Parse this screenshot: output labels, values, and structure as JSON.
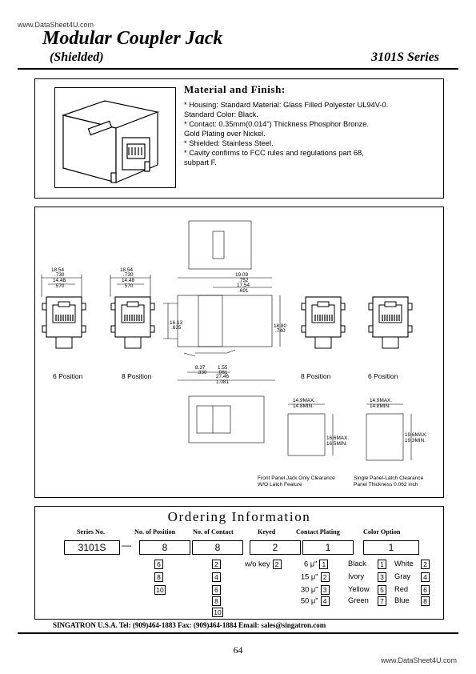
{
  "watermark_top": "www.DataSheet4U.com",
  "watermark_bottom": "www.DataSheet4U.com",
  "header": {
    "title": "Modular Coupler Jack",
    "subtitle": "(Shielded)",
    "series": "3101S  Series"
  },
  "material": {
    "title": "Material  and  Finish:",
    "lines": [
      "* Housing: Standard Material: Glass Filled Polyester UL94V-0.",
      "               Standard Color: Black.",
      "* Contact: 0.35mm(0.014\") Thickness Phosphor Bronze.",
      "               Gold Plating over Nickel.",
      "* Shielded: Stainless Steel.",
      "* Cavity confirms to FCC rules and regulations part 68,",
      "   subpart F."
    ]
  },
  "drawing": {
    "dims": {
      "w1a": "18.54",
      "w1b": ".730",
      "w2a": "14.48",
      "w2b": ".570",
      "w3a": "18.54",
      "w3b": ".730",
      "w4a": "14.48",
      "w4b": ".570",
      "h1a": "16.13",
      "h1b": ".635",
      "l1a": "19.09",
      "l1b": ".752",
      "l2a": "17.54",
      "l2b": ".691",
      "h2a": "18.80",
      "h2b": ".740",
      "b1a": "8.37",
      "b1b": ".330",
      "b2a": "1.55",
      "b2b": ".061",
      "b3a": "27.46",
      "b3b": "1.081"
    },
    "labels": {
      "pos6_left": "6  Position",
      "pos8_left": "8  Position",
      "pos8_right": "8  Position",
      "pos6_right": "6  Position"
    },
    "cutouts": {
      "c1_w_max": "14.9MAX.",
      "c1_w_min": "14.8MIN.",
      "c1_h_max": "16.6MAX.",
      "c1_h_min": "16.5MIN.",
      "c2_w_max": "14.9MAX.",
      "c2_w_min": "14.8MIN.",
      "c2_h_max": "19.6MAX.",
      "c2_h_min": "19.3MIN.",
      "note1_l1": "Front Panel Jack Only Clearance",
      "note1_l2": "W/O Latch Feature",
      "note2_l1": "Single Panel-Latch Clearance",
      "note2_l2": "Panel Thickness 0.062 inch"
    }
  },
  "ordering": {
    "title": "Ordering  Information",
    "headers": [
      "Series No.",
      "No. of Position",
      "No. of Contact",
      "Keyed",
      "Contact Plating",
      "Color Option"
    ],
    "values": [
      "3101S",
      "8",
      "8",
      "2",
      "1",
      "1"
    ],
    "dash": "—",
    "positions": [
      "6",
      "8",
      "10"
    ],
    "contacts": [
      "2",
      "4",
      "6",
      "8",
      "10"
    ],
    "keyed": {
      "label": "w/o  key",
      "code": "2"
    },
    "plating": [
      {
        "label": "6 μ\"",
        "code": "1"
      },
      {
        "label": "15 μ\"",
        "code": "2"
      },
      {
        "label": "30 μ\"",
        "code": "3"
      },
      {
        "label": "50 μ\"",
        "code": "4"
      }
    ],
    "colors": [
      {
        "a": "Black",
        "ac": "1",
        "b": "White",
        "bc": "2"
      },
      {
        "a": "Ivory",
        "ac": "3",
        "b": "Gray",
        "bc": "4"
      },
      {
        "a": "Yellow",
        "ac": "5",
        "b": "Red",
        "bc": "6"
      },
      {
        "a": "Green",
        "ac": "7",
        "b": "Blue",
        "bc": "8"
      }
    ]
  },
  "footer": {
    "contact": "SINGATRON U.S.A.  Tel: (909)464-1883   Fax: (909)464-1884  Email:  sales@singatron.com",
    "page": "64"
  }
}
